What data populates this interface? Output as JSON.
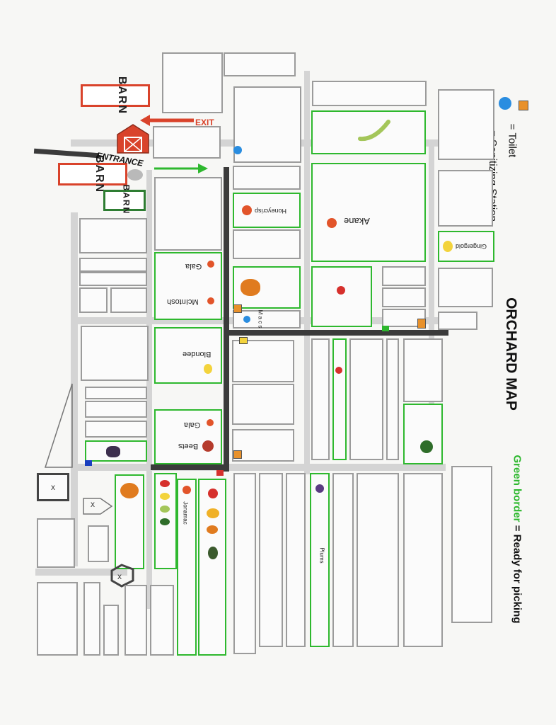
{
  "title": "ORCHARD MAP",
  "legend": {
    "toilet": "= Toilet",
    "sanitizing": "= Sanitizing Station",
    "green_border": "Green border",
    "green_border_meaning": "= Ready for picking",
    "colors": {
      "ready": "#2eb82e",
      "toilet": "#e8912b",
      "sanitizing": "#2a8de0"
    }
  },
  "labels": {
    "exit": "EXIT",
    "entrance": "ENTRANCE",
    "barn": "BARN"
  },
  "varieties": {
    "honeycrisp": "Honeycrisp",
    "akane": "Akane",
    "gingergold": "Gingergold",
    "gala_top": "Gala",
    "mcintosh": "McIntosh",
    "blondee": "Blondee",
    "gala_bottom": "Gala",
    "beets": "Beets",
    "jonamac": "Jonamac",
    "plums": "Plums",
    "macs": "M a c s"
  },
  "marker_x": "X",
  "icons": [
    "barn-icon",
    "apple-icon",
    "pumpkin-icon",
    "pear-icon",
    "bean-icon",
    "grape-icon",
    "broccoli-icon",
    "pepper-icon",
    "tomato-icon",
    "squash-icon",
    "plum-icon"
  ]
}
